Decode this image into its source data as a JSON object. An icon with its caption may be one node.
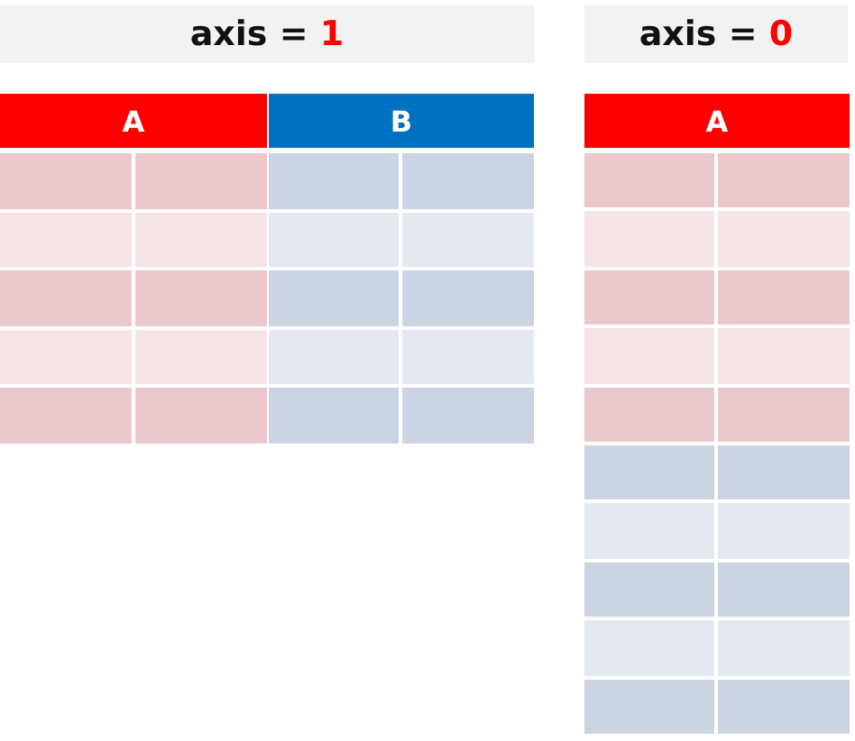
{
  "diagram": {
    "nodes": [
      {
        "text": [
          "axis = 1"
        ]
      },
      {
        "text": [
          "A"
        ]
      },
      {
        "text": [
          "B"
        ]
      },
      {
        "text": [
          "axis = 0"
        ]
      },
      {
        "text": [
          "A"
        ]
      }
    ],
    "edges": []
  }
}
